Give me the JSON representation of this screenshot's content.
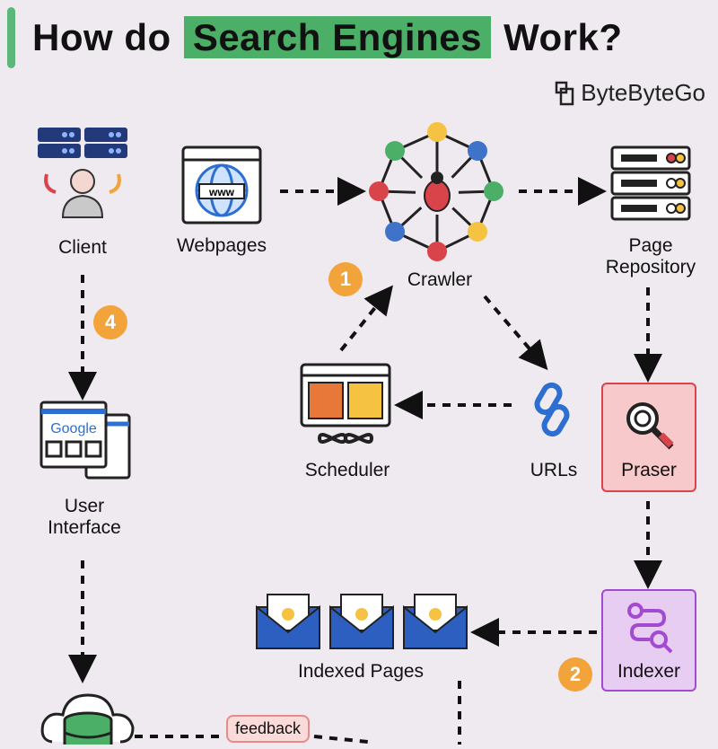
{
  "title": {
    "prefix": "How do",
    "highlight": "Search Engines",
    "suffix": "Work?"
  },
  "brand": {
    "name": "ByteByteGo"
  },
  "nodes": {
    "client": "Client",
    "webpages": "Webpages",
    "crawler": "Crawler",
    "page_repository_line1": "Page",
    "page_repository_line2": "Repository",
    "scheduler": "Scheduler",
    "urls": "URLs",
    "parser": "Praser",
    "user_interface_line1": "User",
    "user_interface_line2": "Interface",
    "indexed_pages": "Indexed Pages",
    "indexer": "Indexer",
    "feedback": "feedback"
  },
  "badges": {
    "b1": "1",
    "b2": "2",
    "b4": "4"
  },
  "icons": [
    "server-rack-icon",
    "user-icon",
    "globe-www-icon",
    "bug-network-icon",
    "page-repository-server-icon",
    "scheduler-icon",
    "link-icon",
    "magnifier-icon",
    "browser-google-icon",
    "envelope-icon",
    "indexer-path-icon",
    "database-cloud-icon"
  ],
  "icon_text": {
    "www": "www",
    "google": "Google"
  },
  "colors": {
    "title_highlight": "#4caf68",
    "badge": "#f2a33a",
    "parser_border": "#d9434a",
    "indexer_border": "#a24bd1",
    "background": "#efeaf0"
  }
}
